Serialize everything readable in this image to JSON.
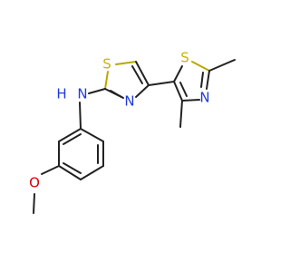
{
  "atoms": {
    "s1": {
      "text": "S",
      "color": "#c8b400"
    },
    "n1": {
      "text": "N",
      "color": "#1f3bd6"
    },
    "s2": {
      "text": "S",
      "color": "#c8b400"
    },
    "n2": {
      "text": "N",
      "color": "#1f3bd6"
    },
    "nh_n": {
      "text": "N",
      "color": "#1f3bd6"
    },
    "nh_h": {
      "text": "H",
      "color": "#1f3bd6"
    },
    "o": {
      "text": "O",
      "color": "#d60000"
    }
  },
  "colors": {
    "bond": "#222222",
    "sulfur": "#c8b400",
    "nitrogen": "#1f3bd6",
    "oxygen": "#d60000",
    "background": "#ffffff"
  }
}
